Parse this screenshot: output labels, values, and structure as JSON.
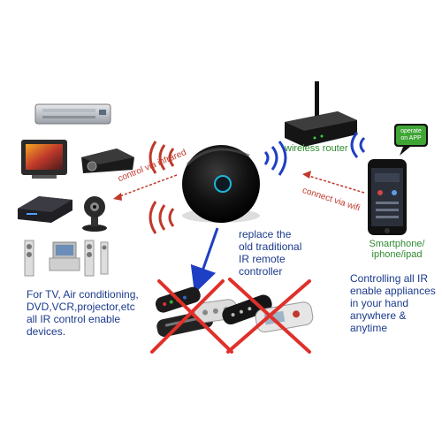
{
  "labels": {
    "wireless_router": "wireless router",
    "control_via_infrared": "control via infrared",
    "connect_via_wifi": "connect via wifi",
    "replace_text": "replace the old traditional IR remote controller",
    "smartphone_label": "Smartphone/ iphone/ipad",
    "controlling_text": "Controlling all IR enable appliances in your hand anywhere & anytime",
    "devices_text": "For TV, Air conditioning, DVD,VCR,projector,etc all IR control enable devices.",
    "bubble_text": "operate on APP"
  },
  "colors": {
    "text_blue": "#1a3a8c",
    "arrow_red": "#c0392b",
    "arrow_blue": "#1e3fc4",
    "router_green": "#2e8b2e",
    "bubble_green": "#3fa535",
    "hub_black": "#111111",
    "cross_red": "#e0302a"
  }
}
